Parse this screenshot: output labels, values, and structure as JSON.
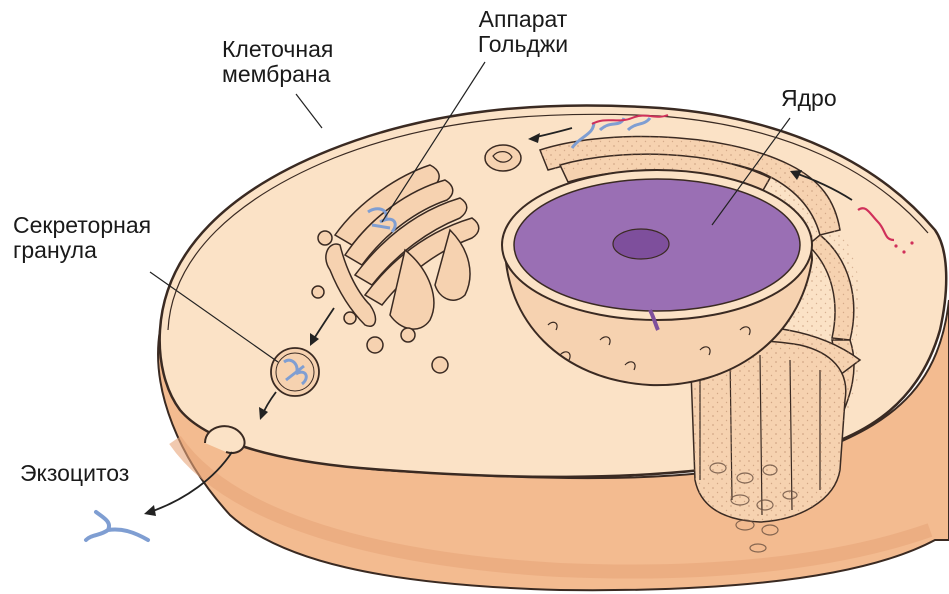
{
  "labels": {
    "membrane": [
      "Клеточная",
      "мембрана"
    ],
    "golgi": [
      "Аппарат",
      "Гольджи"
    ],
    "nucleus": "Ядро",
    "granule": [
      "Секреторная",
      "гранула"
    ],
    "exocytosis": "Экзоцитоз"
  },
  "colors": {
    "cytoplasm": "#fbe2c6",
    "cell_side": "#f4bd92",
    "cell_side_dark": "#eaa97c",
    "organelle": "#f6d2b0",
    "organelle_inner": "#fde7d0",
    "nucleus": "#9a6fb4",
    "nucleolus": "#7e4f9c",
    "protein": "#7f9ed2",
    "mrna": "#d0305a",
    "outline": "#3a2a22"
  }
}
